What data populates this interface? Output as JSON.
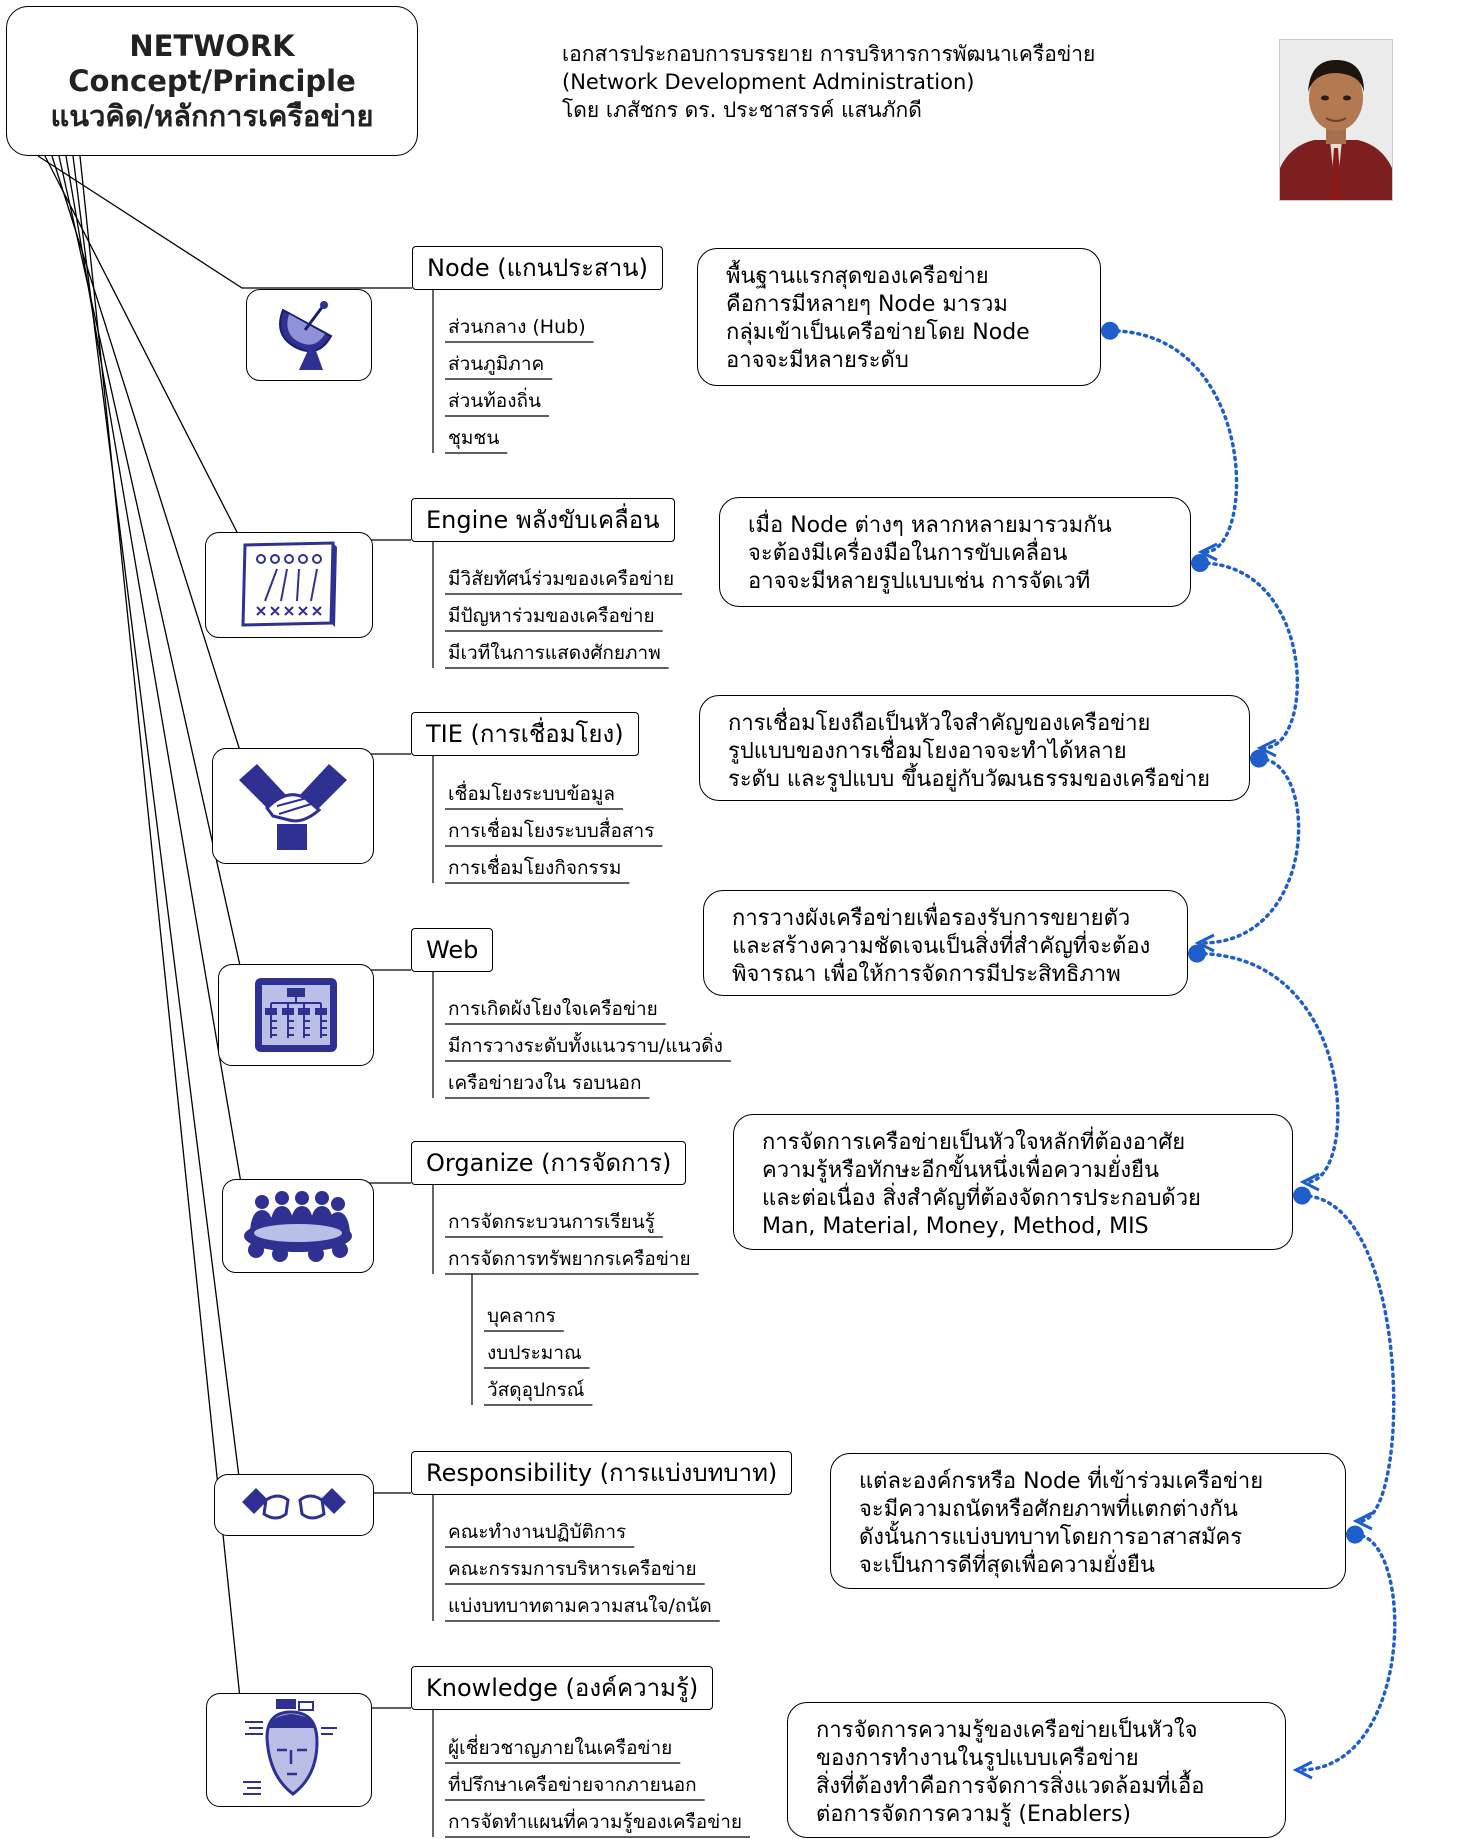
{
  "title": {
    "line1": "NETWORK",
    "line2": "Concept/Principle",
    "line3": "แนวคิด/หลักการเครือข่าย"
  },
  "header": {
    "line1": "เอกสารประกอบการบรรยาย การบริหารการพัฒนาเครือข่าย",
    "line2": "(Network  Development  Administration)",
    "line3": "โดย เภสัชกร ดร. ประชาสรรค์ แสนภักดี"
  },
  "icons": {
    "node": "satellite-dish-icon",
    "engine": "strategy-board-icon",
    "tie": "handshake-icon",
    "web": "org-chart-icon",
    "organize": "meeting-people-icon",
    "responsibility": "hand-gesture-icon",
    "knowledge": "thinking-head-icon"
  },
  "colors": {
    "accent": "#1e5fcc",
    "icon_fill": "#2e3192",
    "icon_light": "#b9bfe6"
  },
  "topics": [
    {
      "label": "Node (แกนประสาน)",
      "subs": [
        "ส่วนกลาง (Hub)",
        "ส่วนภูมิภาค",
        "ส่วนท้องถิ่น",
        "ชุมชน"
      ]
    },
    {
      "label": "Engine พลังขับเคลื่อน",
      "subs": [
        "มีวิสัยทัศน์ร่วมของเครือข่าย",
        "มีปัญหาร่วมของเครือข่าย",
        "มีเวทีในการแสดงศักยภาพ"
      ]
    },
    {
      "label": "TIE (การเชื่อมโยง)",
      "subs": [
        "เชื่อมโยงระบบข้อมูล",
        "การเชื่อมโยงระบบสื่อสาร",
        "การเชื่อมโยงกิจกรรม"
      ]
    },
    {
      "label": "Web",
      "subs": [
        "การเกิดผังโยงใจเครือข่าย",
        "มีการวางระดับทั้งแนวราบ/แนวดิ่ง",
        "เครือข่ายวงใน รอบนอก"
      ]
    },
    {
      "label": "Organize (การจัดการ)",
      "subs": [
        "การจัดกระบวนการเรียนรู้",
        "การจัดการทรัพยากรเครือข่าย"
      ],
      "subsubs": [
        "บุคลากร",
        "งบประมาณ",
        "วัสดุอุปกรณ์"
      ]
    },
    {
      "label": "Responsibility (การแบ่งบทบาท)",
      "subs": [
        "คณะทำงานปฏิบัติการ",
        "คณะกรรมการบริหารเครือข่าย",
        "แบ่งบทบาทตามความสนใจ/ถนัด"
      ]
    },
    {
      "label": "Knowledge (องค์ความรู้)",
      "subs": [
        "ผู้เชี่ยวชาญภายในเครือข่าย",
        "ที่ปรึกษาเครือข่ายจากภายนอก",
        "การจัดทำแผนที่ความรู้ของเครือข่าย"
      ]
    }
  ],
  "notes": [
    [
      "พื้นฐานแรกสุดของเครือข่าย",
      "คือการมีหลายๆ Node มารวม",
      "กลุ่มเข้าเป็นเครือข่ายโดย Node",
      "อาจจะมีหลายระดับ"
    ],
    [
      "เมื่อ Node ต่างๆ หลากหลายมารวมกัน",
      "จะต้องมีเครื่องมือในการขับเคลื่อน",
      "อาจจะมีหลายรูปแบบเช่น การจัดเวที"
    ],
    [
      "การเชื่อมโยงถือเป็นหัวใจสำคัญของเครือข่าย",
      "รูปแบบของการเชื่อมโยงอาจจะทำได้หลาย",
      "ระดับ และรูปแบบ ขึ้นอยู่กับวัฒนธรรมของเครือข่าย"
    ],
    [
      "การวางผังเครือข่ายเพื่อรองรับการขยายตัว",
      "และสร้างความชัดเจนเป็นสิ่งที่สำคัญที่จะต้อง",
      "พิจารณา เพื่อให้การจัดการมีประสิทธิภาพ"
    ],
    [
      "การจัดการเครือข่ายเป็นหัวใจหลักที่ต้องอาศัย",
      "ความรู้หรือทักษะอีกขั้นหนึ่งเพื่อความยั่งยืน",
      "และต่อเนื่อง สิ่งสำคัญที่ต้องจัดการประกอบด้วย",
      "Man, Material, Money, Method, MIS"
    ],
    [
      "แต่ละองค์กรหรือ Node ที่เข้าร่วมเครือข่าย",
      "จะมีความถนัดหรือศักยภาพที่แตกต่างกัน",
      "ดังนั้นการแบ่งบทบาทโดยการอาสาสมัคร",
      "จะเป็นการดีที่สุดเพื่อความยั่งยืน"
    ],
    [
      "การจัดการความรู้ของเครือข่ายเป็นหัวใจ",
      "ของการทำงานในรูปแบบเครือข่าย",
      "สิ่งที่ต้องทำคือการจัดการสิ่งแวดล้อมที่เอื้อ",
      "ต่อการจัดการความรู้ (Enablers)"
    ]
  ]
}
